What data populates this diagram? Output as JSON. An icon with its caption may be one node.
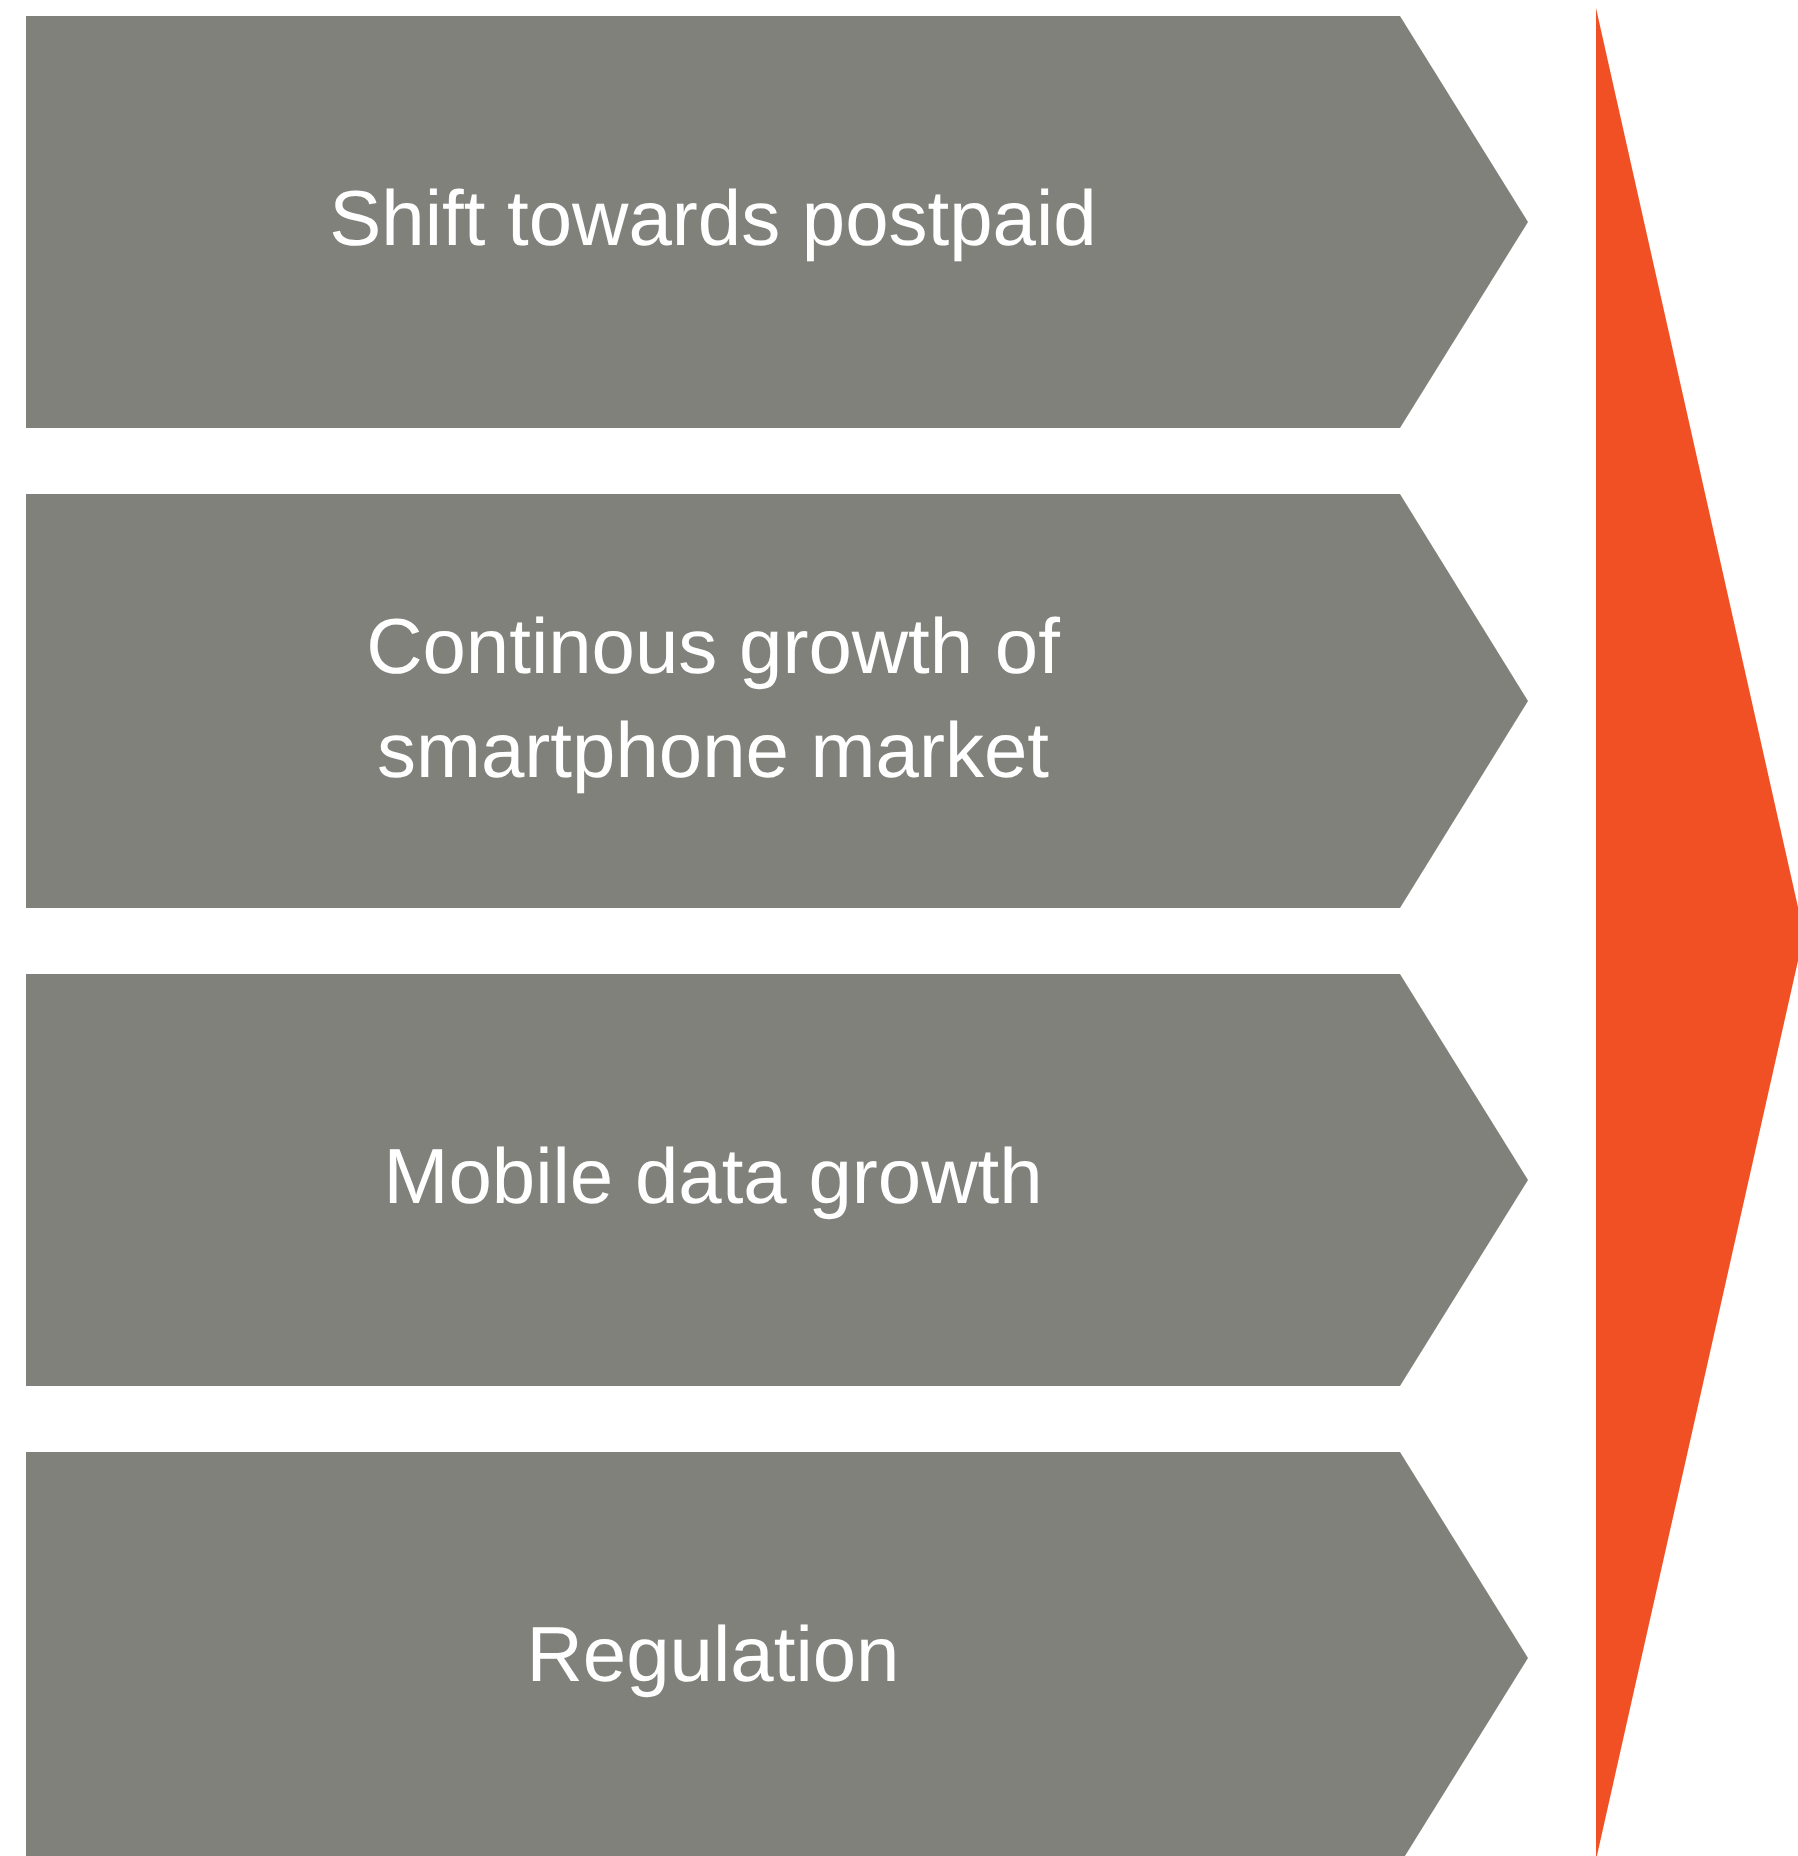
{
  "diagram": {
    "nodes": [
      {
        "text": [
          "Shift towards postpaid"
        ]
      },
      {
        "text": [
          "Continous growth of smartphone market"
        ]
      },
      {
        "text": [
          "Mobile data growth"
        ]
      },
      {
        "text": [
          "Regulation"
        ]
      },
      {
        "text": [],
        "shape": "triangle"
      }
    ]
  }
}
